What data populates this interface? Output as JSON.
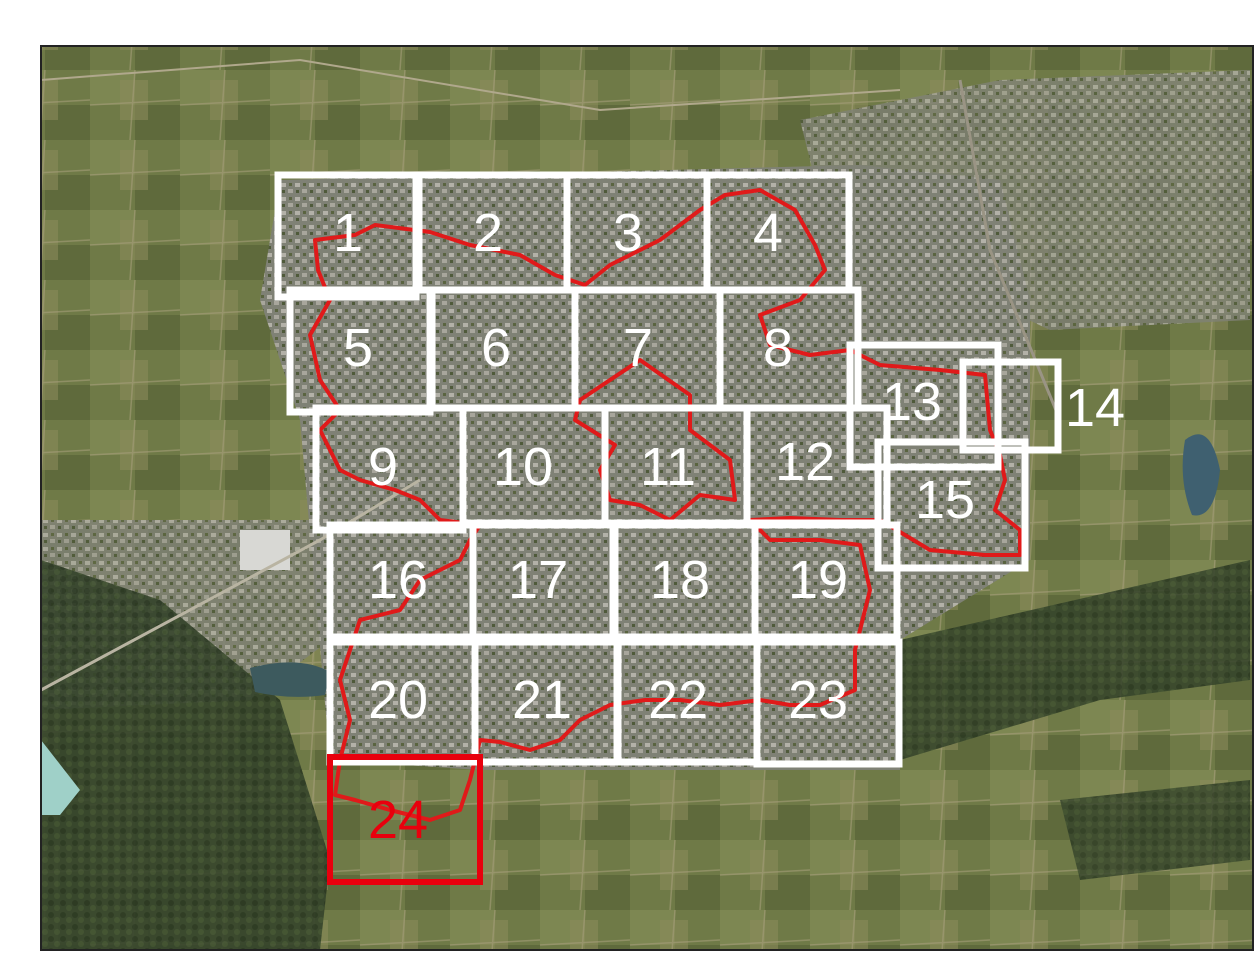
{
  "map": {
    "colors": {
      "grid_tile": "#ffffff",
      "highlight_tile": "#e8000d",
      "boundary": "#e01a1a",
      "frame": "#222222",
      "farmland": "#6f7a47",
      "urban": "#8c8c86",
      "forest": "#3a4a2a"
    },
    "tiles": [
      {
        "id": "tile-1",
        "label": "1",
        "highlighted": false
      },
      {
        "id": "tile-2",
        "label": "2",
        "highlighted": false
      },
      {
        "id": "tile-3",
        "label": "3",
        "highlighted": false
      },
      {
        "id": "tile-4",
        "label": "4",
        "highlighted": false
      },
      {
        "id": "tile-5",
        "label": "5",
        "highlighted": false
      },
      {
        "id": "tile-6",
        "label": "6",
        "highlighted": false
      },
      {
        "id": "tile-7",
        "label": "7",
        "highlighted": false
      },
      {
        "id": "tile-8",
        "label": "8",
        "highlighted": false
      },
      {
        "id": "tile-9",
        "label": "9",
        "highlighted": false
      },
      {
        "id": "tile-10",
        "label": "10",
        "highlighted": false
      },
      {
        "id": "tile-11",
        "label": "11",
        "highlighted": false
      },
      {
        "id": "tile-12",
        "label": "12",
        "highlighted": false
      },
      {
        "id": "tile-13",
        "label": "13",
        "highlighted": false
      },
      {
        "id": "tile-14",
        "label": "14",
        "highlighted": false
      },
      {
        "id": "tile-15",
        "label": "15",
        "highlighted": false
      },
      {
        "id": "tile-16",
        "label": "16",
        "highlighted": false
      },
      {
        "id": "tile-17",
        "label": "17",
        "highlighted": false
      },
      {
        "id": "tile-18",
        "label": "18",
        "highlighted": false
      },
      {
        "id": "tile-19",
        "label": "19",
        "highlighted": false
      },
      {
        "id": "tile-20",
        "label": "20",
        "highlighted": false
      },
      {
        "id": "tile-21",
        "label": "21",
        "highlighted": false
      },
      {
        "id": "tile-22",
        "label": "22",
        "highlighted": false
      },
      {
        "id": "tile-23",
        "label": "23",
        "highlighted": false
      },
      {
        "id": "tile-24",
        "label": "24",
        "highlighted": true
      }
    ]
  }
}
